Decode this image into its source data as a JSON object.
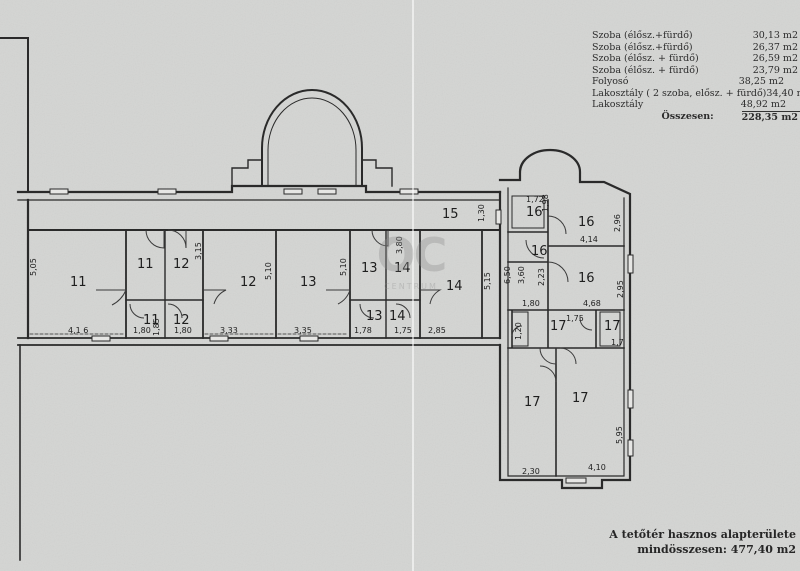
{
  "legend": {
    "rows": [
      {
        "label": "Szoba (élősz.+fürdő)",
        "value": "30,13 m2"
      },
      {
        "label": "Szoba (élősz.+fürdő)",
        "value": "26,37 m2"
      },
      {
        "label": "Szoba (élősz. + fürdő)",
        "value": "26,59 m2"
      },
      {
        "label": "Szoba (élősz. + fürdő)",
        "value": "23,79 m2"
      },
      {
        "label": "Folyosó",
        "value": "38,25 m2"
      },
      {
        "label": "Lakosztály ( 2 szoba, elősz. + fürdő)",
        "value": "34,40 m2"
      },
      {
        "label": "Lakosztály",
        "value": "48,92 m2"
      }
    ],
    "total_label": "Összesen:",
    "total_value": "228,35 m2"
  },
  "footer": {
    "line1": "A tetőtér hasznos alapterülete",
    "line2": "mindösszesen: 477,40 m2"
  },
  "watermark": {
    "mark": "OC",
    "text": "CENTRUM"
  },
  "rooms": {
    "r11a": "11",
    "r11b": "11",
    "r11c": "11",
    "r12a": "12",
    "r12b": "12",
    "r12c": "12",
    "r13a": "13",
    "r13b": "13",
    "r13c": "13",
    "r14a": "14",
    "r14b": "14",
    "r14c": "14",
    "r15": "15",
    "r16a": "16",
    "r16b": "16",
    "r16c": "16",
    "r16d": "16",
    "r17a": "17",
    "r17b": "17",
    "r17c": "17",
    "r17d": "17"
  },
  "dims": {
    "d505": "5,05",
    "d416": "4,1 6",
    "d180a": "1,80",
    "d185": "1,85",
    "d180b": "1,80",
    "d333": "3,33",
    "d510a": "5,10",
    "d335": "3,35",
    "d510b": "5,10",
    "d315": "3,15",
    "d178": "1,78",
    "d175a": "1,75",
    "d285": "2,85",
    "d515": "5,15",
    "d380": "3,80",
    "d130": "1,30",
    "d172": "1,72",
    "d198": "1,98",
    "d296": "2,96",
    "d414": "4,14",
    "d650": "6,50",
    "d360": "3,60",
    "d223": "2,23",
    "d180c": "1,80",
    "d468": "4,68",
    "d295": "2,95",
    "d175b": "1,75",
    "d120": "1,20",
    "d1_7": "1,7",
    "d595": "5,95",
    "d230": "2,30",
    "d410": "4,10"
  }
}
